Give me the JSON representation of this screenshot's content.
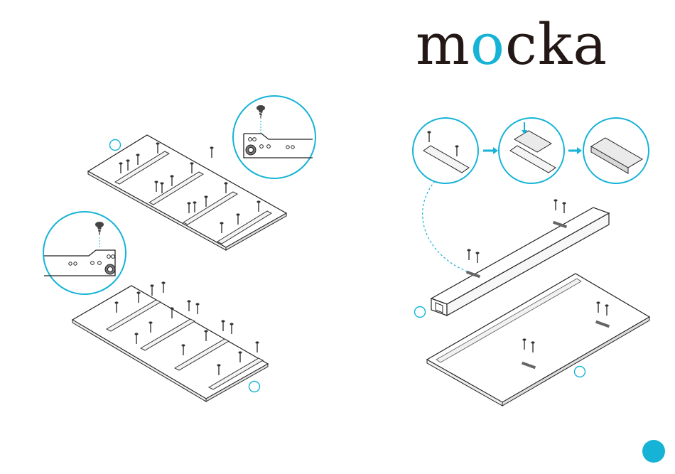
{
  "brand": {
    "logo_prefix": "m",
    "logo_accent_letter": "o",
    "logo_suffix": "cka",
    "accent_color": "#16b3d6",
    "text_color": "#231815"
  },
  "icons": [
    "screw-icon",
    "arrow-right-icon",
    "arrow-down-icon",
    "callout-circle-icon",
    "page-indicator-icon"
  ]
}
